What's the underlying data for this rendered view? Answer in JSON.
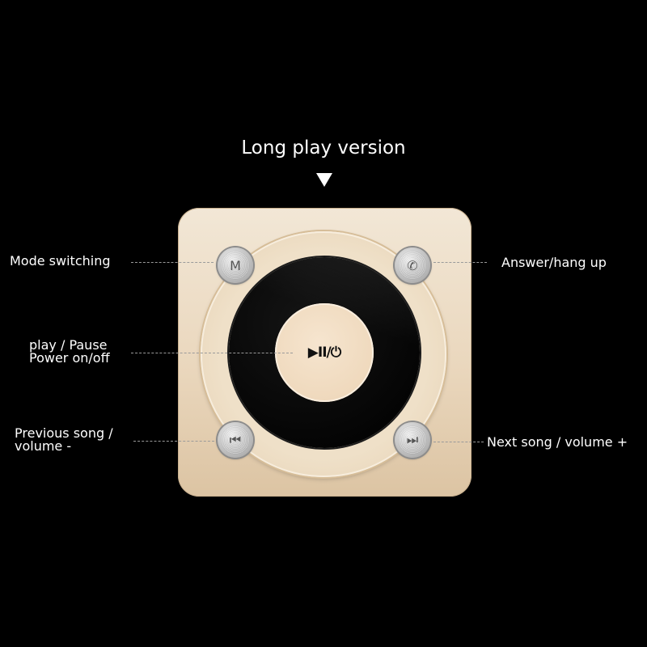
{
  "title": "Long play version",
  "labels": {
    "mode": "Mode switching",
    "answer": "Answer/hang up",
    "play_line1": "play / Pause",
    "play_line2": "Power on/off",
    "prev_line1": "Previous song /",
    "prev_line2": "volume -",
    "next": "Next song / volume +"
  },
  "icons": {
    "mode_glyph": "M",
    "answer_glyph": "✆",
    "prev_glyph": "⏮",
    "next_glyph": "⏭",
    "play_glyph": "▶II/⏻"
  },
  "colors": {
    "background": "#000000",
    "device_body": "#ead7bd",
    "disc": "#050505",
    "knob": "#c9c9c9"
  }
}
